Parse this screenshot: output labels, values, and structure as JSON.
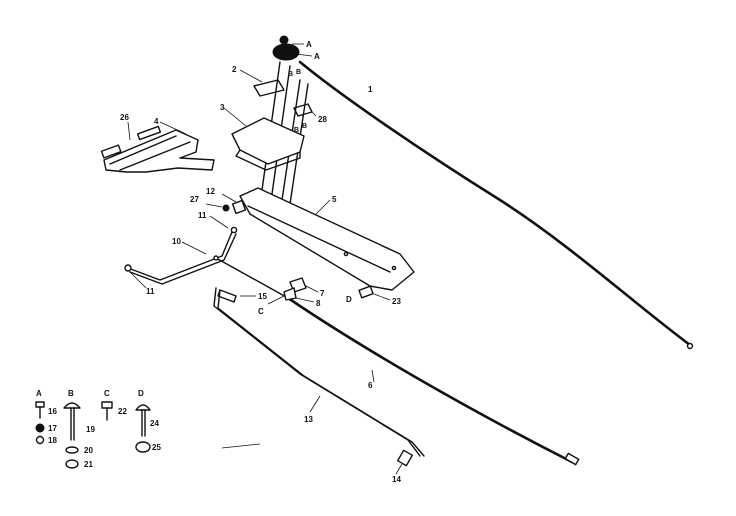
{
  "callouts": {
    "c1": "1",
    "c2": "2",
    "c3": "3",
    "c4": "4",
    "c5": "5",
    "c6": "6",
    "c7": "7",
    "c8": "8",
    "c10": "10",
    "c11a": "11",
    "c11b": "11",
    "c12": "12",
    "c13": "13",
    "c14": "14",
    "c15": "15",
    "c23": "23",
    "c26": "26",
    "c27": "27",
    "c28": "28",
    "lA1": "A",
    "lA2": "A",
    "lB1": "B",
    "lB2": "B",
    "lB3": "B",
    "lB4": "B",
    "lC": "C",
    "lD": "D"
  },
  "hardware_key": {
    "A": {
      "letter": "A",
      "parts": [
        "16",
        "17",
        "18"
      ]
    },
    "B": {
      "letter": "B",
      "parts": [
        "19",
        "20",
        "21"
      ]
    },
    "C": {
      "letter": "C",
      "parts": [
        "22"
      ]
    },
    "D": {
      "letter": "D",
      "parts": [
        "24",
        "25"
      ]
    }
  }
}
